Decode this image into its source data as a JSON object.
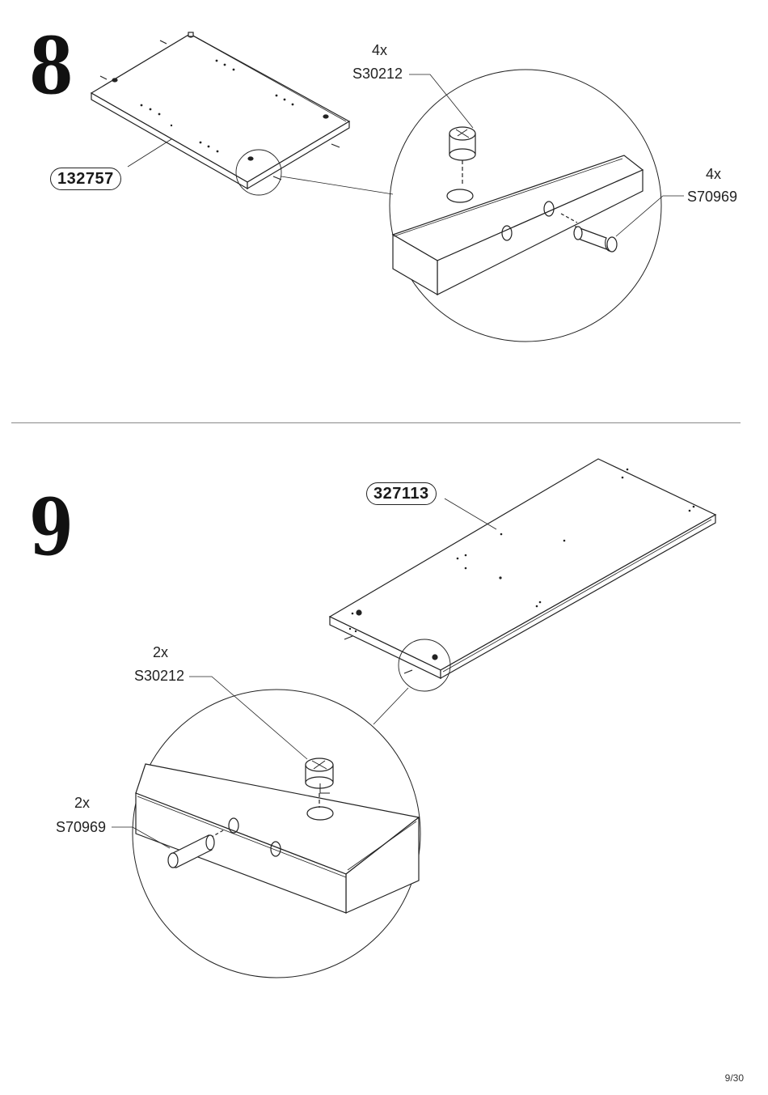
{
  "steps": [
    {
      "number": "8",
      "part_id": "132757",
      "fittings": [
        {
          "qty": "4x",
          "code": "S30212",
          "icon": "cam-lock-icon"
        },
        {
          "qty": "4x",
          "code": "S70969",
          "icon": "wooden-dowel-icon"
        }
      ]
    },
    {
      "number": "9",
      "part_id": "327113",
      "fittings": [
        {
          "qty": "2x",
          "code": "S30212",
          "icon": "cam-lock-icon"
        },
        {
          "qty": "2x",
          "code": "S70969",
          "icon": "wooden-dowel-icon"
        }
      ]
    }
  ],
  "footer": {
    "page": "9/30"
  }
}
